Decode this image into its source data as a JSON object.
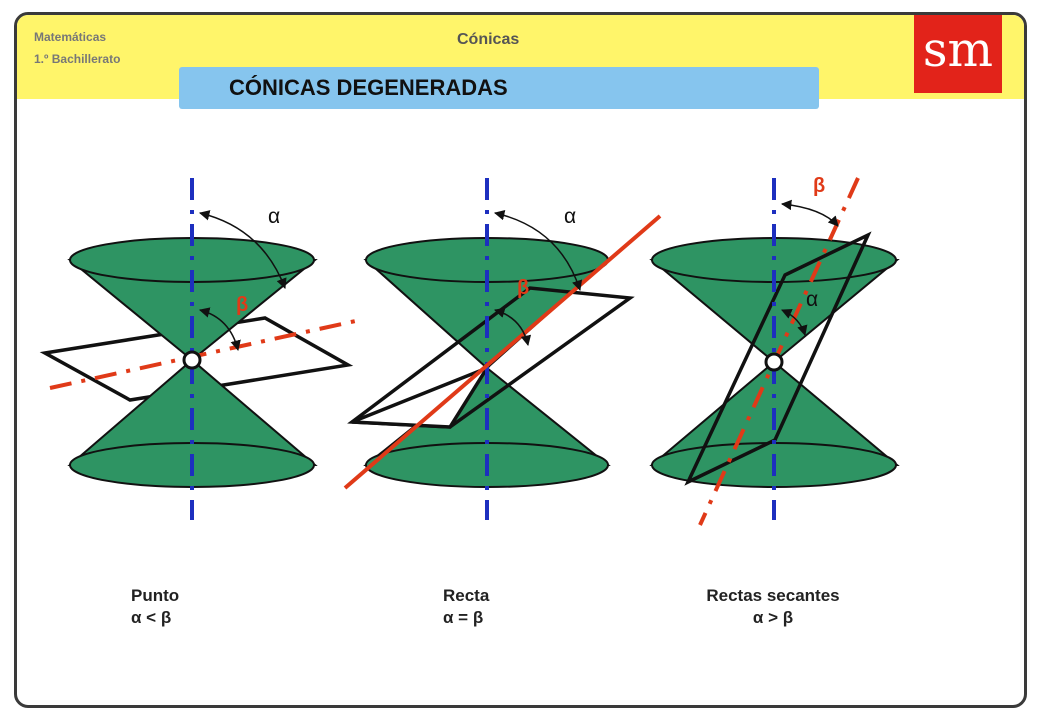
{
  "header": {
    "subject": "Matemáticas",
    "course": "1.º Bachillerato",
    "topic": "Cónicas",
    "logo": "sm"
  },
  "title": "CÓNICAS DEGENERADAS",
  "colors": {
    "cone": "#2e9463",
    "axis": "#1d2fbf",
    "cut_line": "#e03a18",
    "banner": "#fff56a",
    "title_bar": "#86c5ee",
    "logo": "#e2231a"
  },
  "diagrams": [
    {
      "alpha": "α",
      "beta": "β",
      "name": "Punto",
      "relation": "α < β"
    },
    {
      "alpha": "α",
      "beta": "β",
      "name": "Recta",
      "relation": "α = β"
    },
    {
      "alpha": "α",
      "beta": "β",
      "name": "Rectas secantes",
      "relation": "α > β"
    }
  ]
}
